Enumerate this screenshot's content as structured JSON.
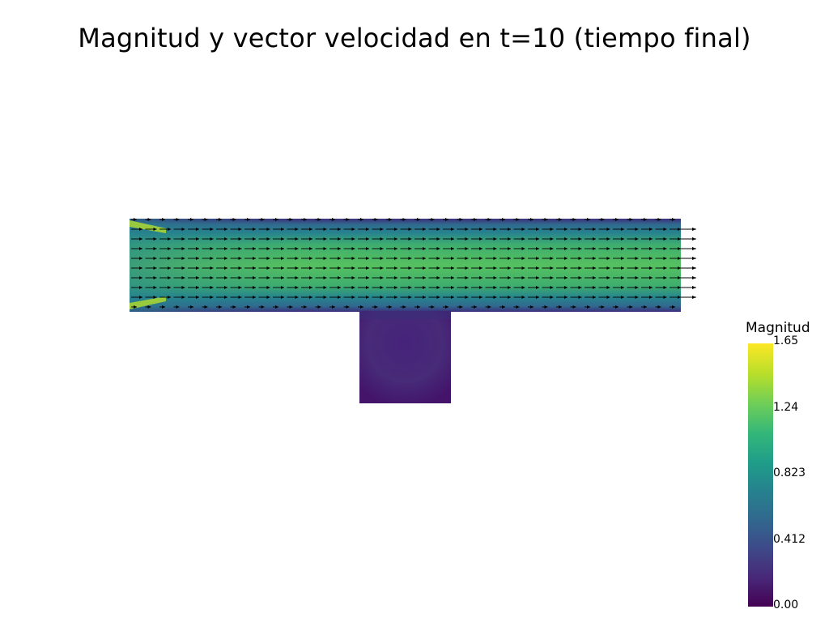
{
  "title": "Magnitud y vector velocidad en t=10 (tiempo final)",
  "colorbar": {
    "title": "Magnitud",
    "min": 0.0,
    "max": 1.65,
    "ticks": [
      "1.65",
      "1.24",
      "0.823",
      "0.412",
      "0.00"
    ],
    "colormap": "viridis",
    "colors": [
      "#440154",
      "#482878",
      "#3e4989",
      "#31688e",
      "#26828e",
      "#1f9e89",
      "#35b779",
      "#6ece58",
      "#b5de2b",
      "#fde725"
    ]
  },
  "glyph_color": "#000000"
}
